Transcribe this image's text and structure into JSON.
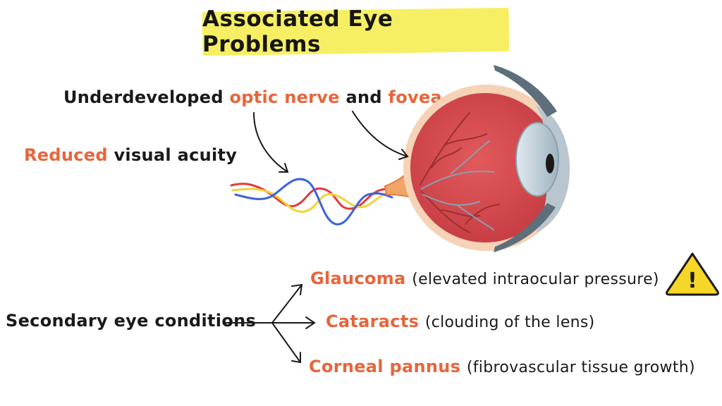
{
  "title": "Associated Eye Problems",
  "labels": {
    "underdeveloped": {
      "prefix": "Underdeveloped ",
      "optic_nerve": "optic nerve",
      "and": " and ",
      "fovea": "fovea"
    },
    "reduced": {
      "reduced": "Reduced",
      "rest": " visual acuity"
    },
    "secondary": "Secondary eye conditions"
  },
  "conditions": [
    {
      "name": "Glaucoma",
      "note": "(elevated intraocular pressure)"
    },
    {
      "name": "Cataracts",
      "note": "(clouding of the lens)"
    },
    {
      "name": "Corneal pannus",
      "note": "(fibrovascular tissue growth)"
    }
  ],
  "warning": {
    "glyph": "!"
  },
  "colors": {
    "accent": "#e8653b",
    "highlight": "#f7ef63",
    "eyeball": "#d94b4f",
    "wave_red": "#e23b3b",
    "wave_yellow": "#f2d23a",
    "wave_blue": "#3d63d8",
    "warning": "#f6d627"
  }
}
